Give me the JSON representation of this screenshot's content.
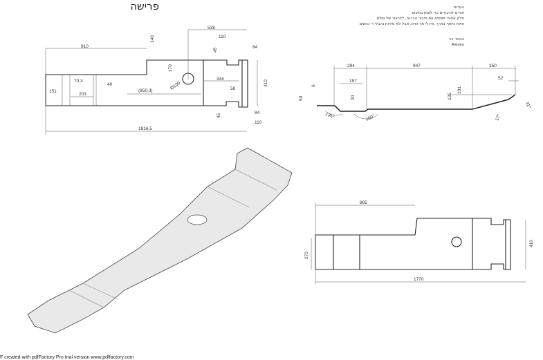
{
  "title": "פרישה",
  "notes": {
    "heading": "הערות",
    "lines": [
      "חורים לחיבורים כדי לסמן במקום",
      "חלק אחורי תפסים עם חיבור הברגה, ללרצור של סולם",
      "זוויות כיפוף בארך ,אין לי מד זווית, אבל לפי מידות נהבלי די נחשים"
    ],
    "regards": "בכבוד רב",
    "signature": "Alexey"
  },
  "plan_view": {
    "dims": [
      "910",
      "140",
      "538",
      "110",
      "45",
      "84",
      "170",
      "70,3",
      "40",
      "151",
      "203",
      "(850,3)",
      "Ø100",
      "344",
      "58",
      "410",
      "45",
      "84",
      "110",
      "1816,5"
    ]
  },
  "side_view": {
    "dims": [
      "294",
      "947",
      "350",
      "197",
      "52",
      "6",
      "50",
      "20",
      "135",
      "101",
      "135°",
      "150°",
      "17°",
      "31°"
    ]
  },
  "bottom_view": {
    "dims": [
      "885",
      "270",
      "410",
      "1770"
    ]
  },
  "footer": "F created with pdfFactory Pro trial version www.pdffactory.com"
}
